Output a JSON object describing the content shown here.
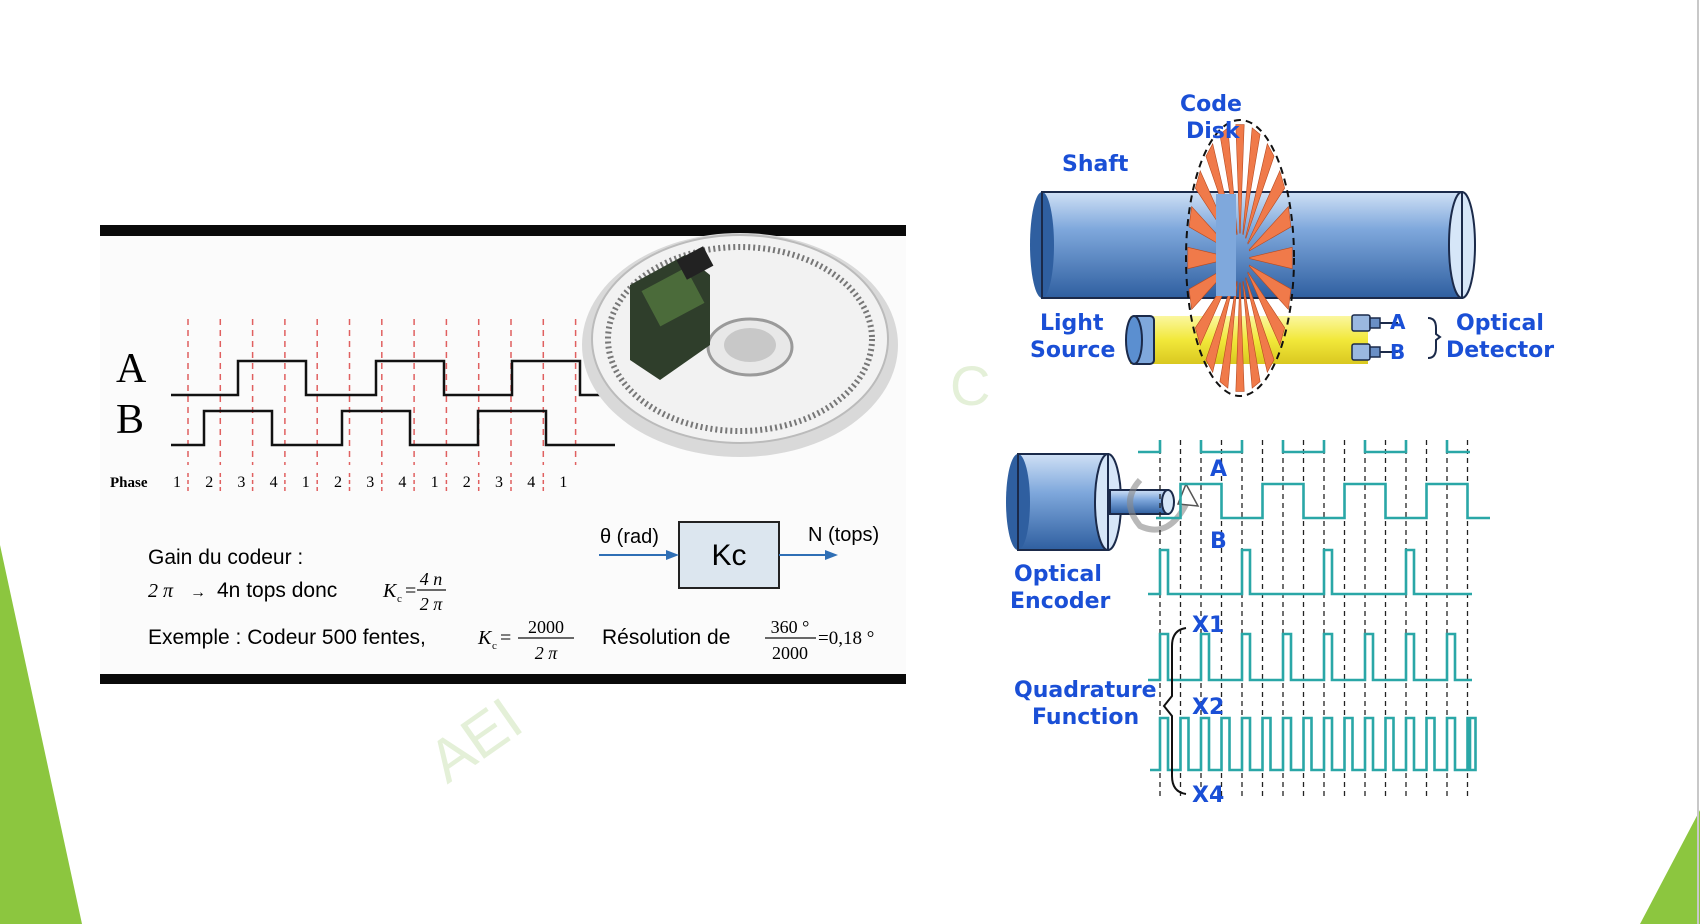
{
  "colors": {
    "accent_green": "#8cc63f",
    "label_blue": "#1a4fd6",
    "signal_teal": "#2aa7a7",
    "disk_orange": "#f07a4a",
    "beam_yellow": "#f2e83a"
  },
  "watermark": {
    "center": "AEI",
    "right": "C"
  },
  "figure1": {
    "signal_a": "A",
    "signal_b": "B",
    "phase_label": "Phase",
    "phases": [
      "1",
      "2",
      "3",
      "4",
      "1",
      "2",
      "3",
      "4",
      "1",
      "2",
      "3",
      "4",
      "1"
    ],
    "block_label": "Kc",
    "input_label": "θ (rad)",
    "output_label": "N  (tops)",
    "gain_title": "Gain du codeur :",
    "gain_lhs": "2 π",
    "gain_arrow": "→",
    "gain_text": "4n tops donc",
    "gain_k": "K",
    "gain_k_sub": "c",
    "gain_eq": "=",
    "gain_num": "4 n",
    "gain_den": "2 π",
    "example_text": "Exemple : Codeur 500 fentes,",
    "example_num": "2000",
    "example_den": "2 π",
    "resolution_text": "Résolution de",
    "resolution_num": "360 °",
    "resolution_den": "2000",
    "resolution_result": "=0,18 °"
  },
  "figure2": {
    "code_disk_1": "Code",
    "code_disk_2": "Disk",
    "shaft": "Shaft",
    "light_1": "Light",
    "light_2": "Source",
    "optical_1": "Optical",
    "optical_2": "Detector",
    "det_a": "A",
    "det_b": "B"
  },
  "figure3": {
    "encoder_1": "Optical",
    "encoder_2": "Encoder",
    "channel_a": "A",
    "channel_b": "B",
    "channel_x1": "X1",
    "channel_x2": "X2",
    "channel_x4": "X4",
    "quad_1": "Quadrature",
    "quad_2": "Function"
  }
}
